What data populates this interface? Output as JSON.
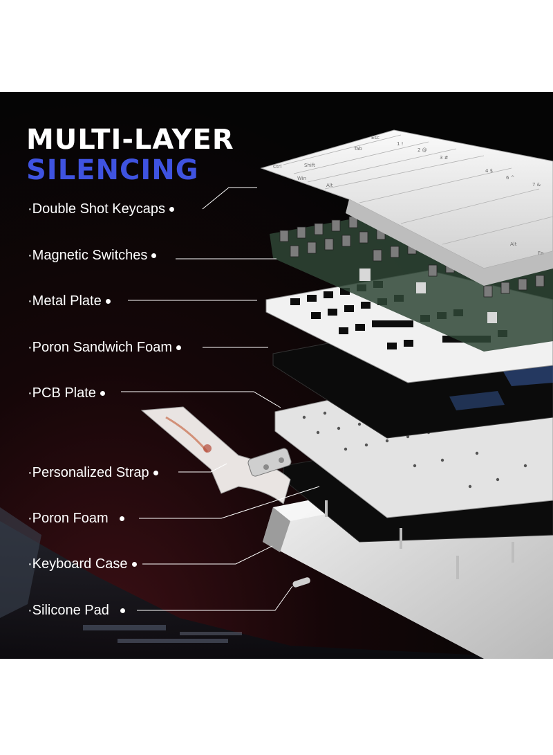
{
  "title": {
    "line1": "MULTI-LAYER",
    "line2": "SILENCING"
  },
  "colors": {
    "title_primary": "#ffffff",
    "title_accent": "#3f53e0",
    "background": "#050505",
    "keycap": "#e9e9e9",
    "switch_housing": "#3d5a44",
    "plate": "#f2f2f2",
    "foam": "#111111",
    "case": "#e6e6e6"
  },
  "layers": [
    {
      "label": "·Double Shot Keycaps"
    },
    {
      "label": "·Magnetic Switches"
    },
    {
      "label": "·Metal Plate"
    },
    {
      "label": "·Poron Sandwich Foam"
    },
    {
      "label": "·PCB Plate"
    },
    {
      "label": "·Personalized Strap"
    },
    {
      "label": "·Poron Foam"
    },
    {
      "label": "·Keyboard Case"
    },
    {
      "label": "·Silicone Pad"
    }
  ],
  "keycap_legends": [
    "Esc",
    "Tab",
    "Ctrl",
    "Shift",
    "Win",
    "Alt",
    "1 !",
    "2 @",
    "3 #",
    "4 $",
    "6 ^",
    "7 &",
    "Alt",
    "Fn"
  ],
  "icons": {
    "strap": "strap-icon",
    "leader_dot": "dot-icon"
  }
}
